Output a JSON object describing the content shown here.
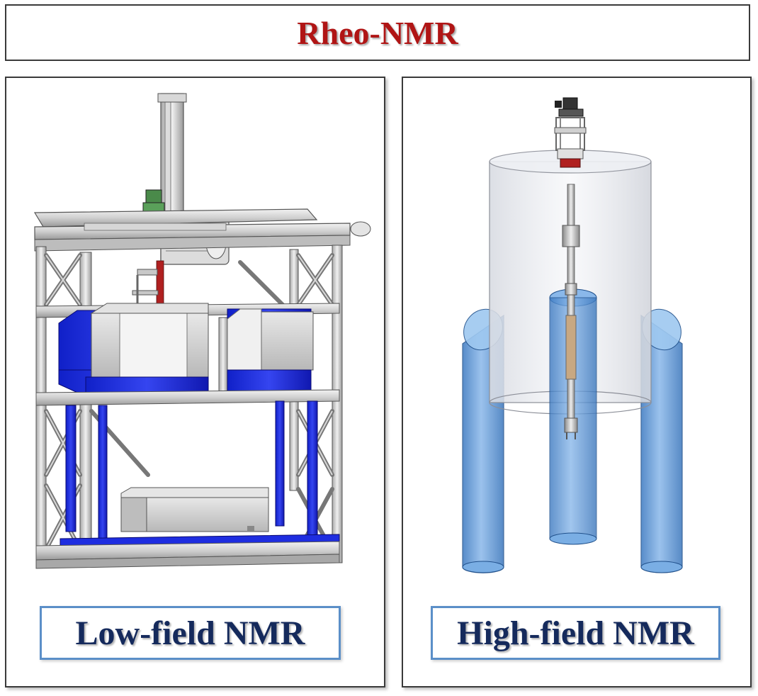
{
  "title": "Rheo-NMR",
  "panels": [
    {
      "label": "Low-field NMR"
    },
    {
      "label": "High-field NMR"
    }
  ],
  "colors": {
    "title_text": "#b01515",
    "label_text": "#152a5c",
    "label_border": "#5b8fc8",
    "frame_gray": "#c8c8c8",
    "magnet_blue": "#1e2de0",
    "cylinder_blue": "#5f9ee0",
    "rod_red": "#b02020"
  }
}
